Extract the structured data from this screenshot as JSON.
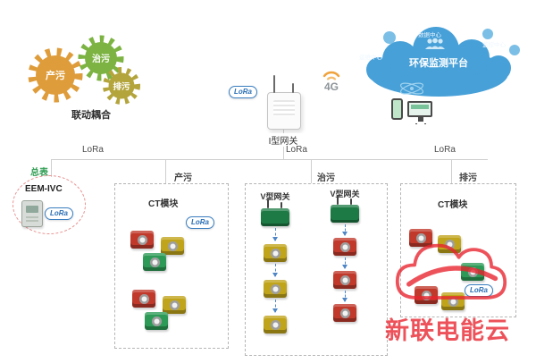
{
  "gears": {
    "caption": "联动耦合",
    "items": [
      {
        "label": "产污",
        "color": "#df9c3a"
      },
      {
        "label": "治污",
        "color": "#7cb342"
      },
      {
        "label": "排污",
        "color": "#b3a43c"
      }
    ]
  },
  "gateway": {
    "label": "I型网关",
    "lora_badge": "LoRa",
    "network": "4G"
  },
  "cloud": {
    "platform": "环保监测平台",
    "nodes": [
      {
        "label": "数据中心"
      },
      {
        "label": "运维中心"
      },
      {
        "label": "监控中心"
      }
    ]
  },
  "bus": {
    "labels": [
      "LoRa",
      "LoRa",
      "LoRa"
    ]
  },
  "meter": {
    "title": "总表",
    "device": "EEM-IVC",
    "lora_badge": "LoRa"
  },
  "sections": {
    "chanwu": {
      "title": "产污",
      "module_label": "CT模块",
      "lora_badge": "LoRa"
    },
    "zhiwu": {
      "title": "治污",
      "gateway_left": "V型网关",
      "gateway_right": "V型网关"
    },
    "paiwu": {
      "title": "排污",
      "module_label": "CT模块",
      "lora_badge": "LoRa"
    }
  },
  "watermark": {
    "brand": "新联电能云",
    "color": "#e8222d"
  }
}
